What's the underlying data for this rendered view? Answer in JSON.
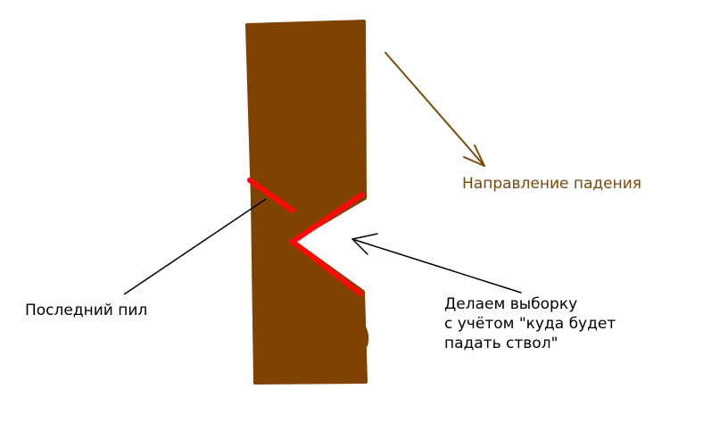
{
  "labels": {
    "fall_direction": "Направление падения",
    "last_cut": "Последний пил",
    "notch": [
      "Делаем выборку",
      "с учётом \"куда будет",
      "падать ствол\""
    ]
  },
  "colors": {
    "trunk": "#7f4200",
    "cut": "#ff0a0a",
    "fall_arrow": "#7a4a0c",
    "pointer": "#000000",
    "background": "#ffffff"
  }
}
